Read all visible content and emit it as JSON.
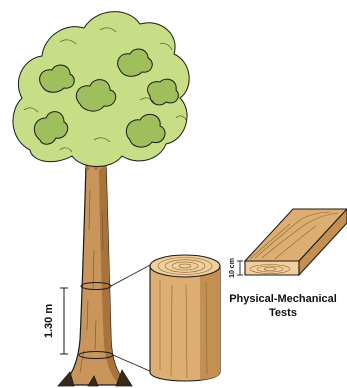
{
  "labels": {
    "trunk_height": "1.30 m",
    "board_thickness": "10 cm",
    "caption_line1": "Physical-Mechanical",
    "caption_line2": "Tests"
  },
  "colors": {
    "foliage": "#c7dd86",
    "foliage_shadow": "#9fbe5c",
    "bark": "#c9955a",
    "bark_shadow": "#a8743e",
    "wood": "#dcae72",
    "wood_light": "#efcf9c",
    "outline": "#1a1a1a"
  },
  "icons": {
    "tree": "tree-illustration",
    "log": "log-cylinder-illustration",
    "board": "sawn-board-illustration"
  }
}
